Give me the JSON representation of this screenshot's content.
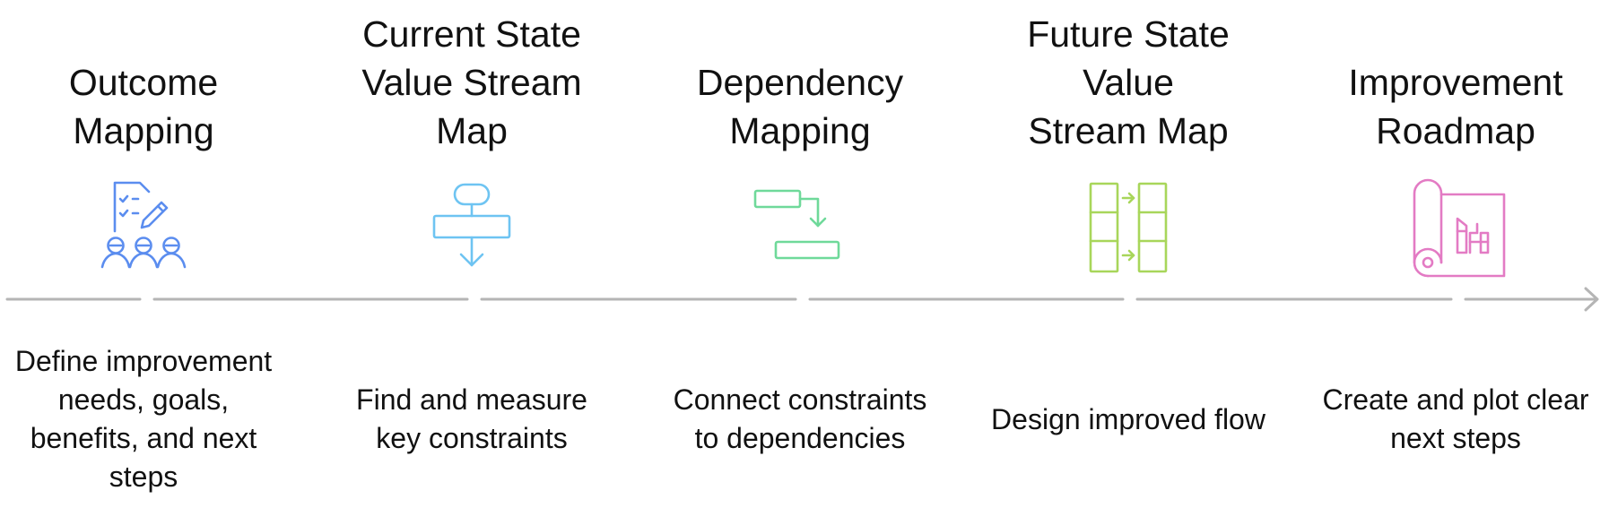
{
  "steps": [
    {
      "title": [
        "Outcome",
        "Mapping"
      ],
      "description": "Define improvement needs, goals, benefits, and next steps",
      "icon": "team-planning-icon",
      "color": "#5B8DEF"
    },
    {
      "title": [
        "Current State",
        "Value Stream",
        "Map"
      ],
      "description": "Find and measure key constraints",
      "icon": "flowchart-down-icon",
      "color": "#6EC4F2"
    },
    {
      "title": [
        "Dependency",
        "Mapping"
      ],
      "description": "Connect constraints to dependencies",
      "icon": "dependency-flow-icon",
      "color": "#6FD99A"
    },
    {
      "title": [
        "Future State",
        "Value",
        "Stream Map"
      ],
      "description": "Design improved flow",
      "icon": "future-flow-icon",
      "color": "#A8D65A"
    },
    {
      "title": [
        "Improvement",
        "Roadmap"
      ],
      "description": "Create and plot clear next steps",
      "icon": "roadmap-scroll-icon",
      "color": "#E37BC4"
    }
  ],
  "colors": {
    "axis": "#B5B5B5",
    "text": "#111111"
  }
}
